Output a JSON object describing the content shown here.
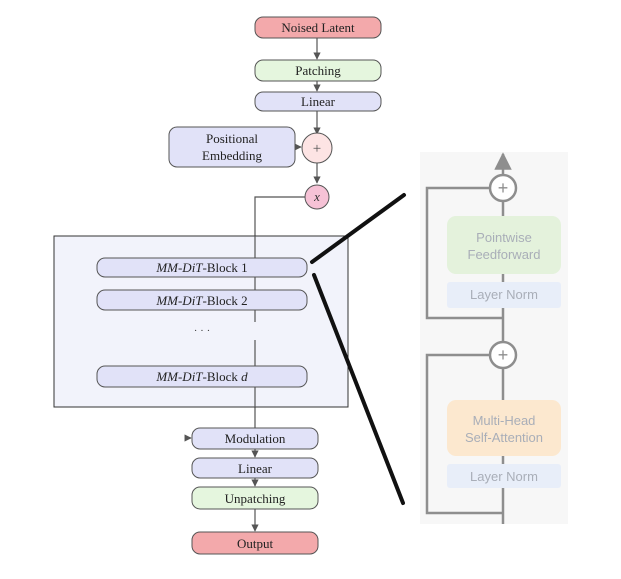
{
  "colors": {
    "red_fill": "#f3a9ab",
    "green_fill": "#e5f6de",
    "lavender_fill": "#e1e2f8",
    "pink_fill": "#f6c2d6",
    "plus_fill": "#fde4e4",
    "panel_fill": "#f2f3fb",
    "right_bg": "#f7f7f7",
    "faded_green": "#e4f2dc",
    "faded_orange": "#fce8cf",
    "faded_blue": "#e8eef9",
    "faded_text": "#a9aeb8",
    "line": "#555555",
    "callout": "#111111"
  },
  "nodes": {
    "noised_latent": "Noised Latent",
    "patching": "Patching",
    "linear_top": "Linear",
    "positional_embedding": [
      "Positional",
      "Embedding"
    ],
    "plus": "+",
    "x": "x",
    "block_1_italic": "MM-DiT",
    "block_1_rest": "-Block 1",
    "block_2_italic": "MM-DiT",
    "block_2_rest": "-Block 2",
    "ellipsis": "· · ·",
    "block_d_italic": "MM-DiT",
    "block_d_mid": "-Block ",
    "block_d_var": "d",
    "modulation": "Modulation",
    "linear_bottom": "Linear",
    "unpatching": "Unpatching",
    "output": "Output"
  },
  "detail": {
    "plus_top": "+",
    "pointwise": [
      "Pointwise",
      "Feedforward"
    ],
    "layer_norm_top": "Layer Norm",
    "plus_bottom": "+",
    "attention": [
      "Multi-Head",
      "Self-Attention"
    ],
    "layer_norm_bottom": "Layer Norm"
  }
}
